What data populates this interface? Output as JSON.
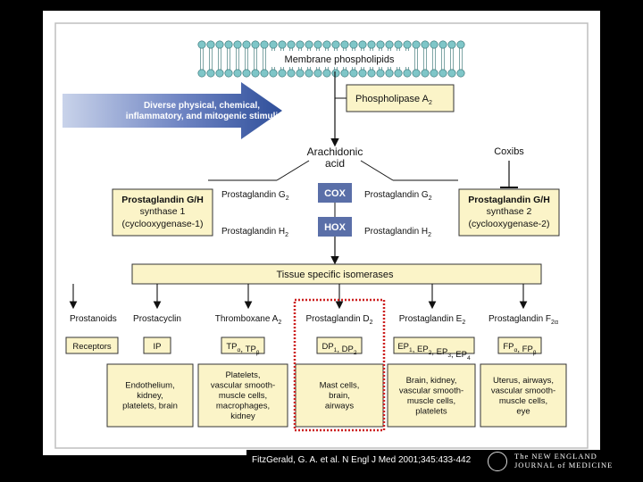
{
  "membrane": {
    "label": "Membrane phospholipids"
  },
  "stimuli": {
    "line1": "Diverse physical, chemical,",
    "line2": "inflammatory, and mitogenic stimuli"
  },
  "phospholipase": {
    "label": "Phospholipase A",
    "sub": "2"
  },
  "arachidonic": {
    "line1": "Arachidonic",
    "line2": "acid"
  },
  "coxibs": {
    "label": "Coxibs"
  },
  "synthase1": {
    "line1": "Prostaglandin G/H",
    "line2": "synthase 1",
    "line3": "(cyclooxygenase-1)"
  },
  "synthase2": {
    "line1": "Prostaglandin G/H",
    "line2": "synthase 2",
    "line3": "(cyclooxygenase-2)"
  },
  "pgg2_left": {
    "label": "Prostaglandin G",
    "sub": "2"
  },
  "pgg2_right": {
    "label": "Prostaglandin G",
    "sub": "2"
  },
  "pgh2_left": {
    "label": "Prostaglandin H",
    "sub": "2"
  },
  "pgh2_right": {
    "label": "Prostaglandin H",
    "sub": "2"
  },
  "cox": {
    "label": "COX"
  },
  "hox": {
    "label": "HOX"
  },
  "isomerases": {
    "label": "Tissue specific isomerases"
  },
  "prostanoids": {
    "label": "Prostanoids"
  },
  "receptors": {
    "label": "Receptors"
  },
  "products": [
    {
      "name": "Prostacyclin",
      "receptor": "IP"
    },
    {
      "name": "Thromboxane A",
      "name_sub": "2",
      "receptor": "TP",
      "receptor_sub": "α",
      "receptor2": ", TP",
      "receptor2_sub": "β"
    },
    {
      "name": "Prostaglandin D",
      "name_sub": "2",
      "receptor": "DP",
      "receptor_sub": "1",
      "receptor2": ", DP",
      "receptor2_sub": "2"
    },
    {
      "name": "Prostaglandin E",
      "name_sub": "2",
      "receptor": "EP",
      "receptor_sub": "1",
      "receptor2": ", EP",
      "receptor2_sub": "2",
      "receptor3": ", EP",
      "receptor3_sub": "3",
      "receptor4": ", EP",
      "receptor4_sub": "4"
    },
    {
      "name": "Prostaglandin F",
      "name_sub": "2α",
      "receptor": "FP",
      "receptor_sub": "α",
      "receptor2": ", FP",
      "receptor2_sub": "β"
    }
  ],
  "tissues": [
    [
      "Endothelium,",
      "kidney,",
      "platelets, brain"
    ],
    [
      "Platelets,",
      "vascular smooth-",
      "muscle cells,",
      "macrophages,",
      "kidney"
    ],
    [
      "Mast cells,",
      "brain,",
      "airways"
    ],
    [
      "Brain, kidney,",
      "vascular smooth-",
      "muscle cells,",
      "platelets"
    ],
    [
      "Uterus, airways,",
      "vascular smooth-",
      "muscle cells,",
      "eye"
    ]
  ],
  "citation": {
    "text": "FitzGerald, G. A. et al. N Engl J Med 2001;345:433-442"
  },
  "journal": {
    "line1": "The NEW ENGLAND",
    "line2": "JOURNAL of MEDICINE"
  },
  "colors": {
    "box_fill": "#fbf4c8",
    "box_stroke": "#333333",
    "arrow_blue": "#2f4f9a",
    "enzyme_fill": "#5a6fa8",
    "highlight": "#cc1f1f",
    "lipid_head": "#7fc6c8"
  }
}
